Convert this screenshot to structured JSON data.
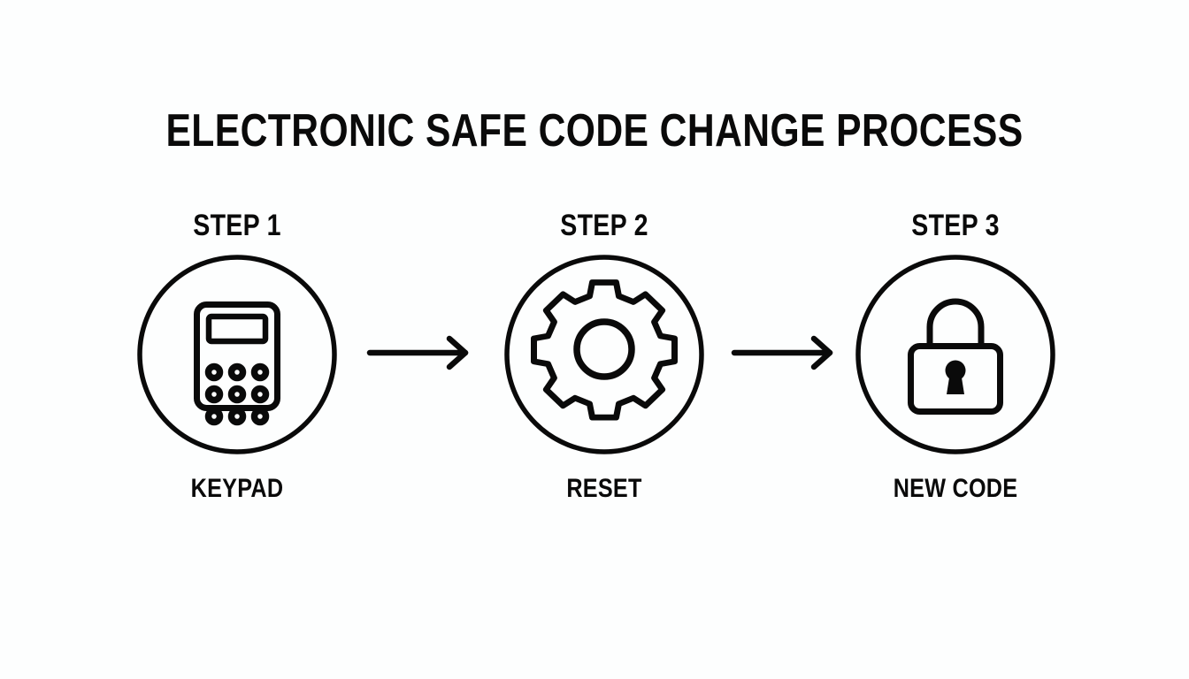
{
  "page": {
    "title": "ELECTRONIC SAFE CODE CHANGE PROCESS",
    "background_color": "#fdfefe",
    "stroke_color": "#0a0a0a"
  },
  "steps": [
    {
      "step_label": "STEP 1",
      "name": "KEYPAD",
      "icon": "keypad-icon"
    },
    {
      "step_label": "STEP 2",
      "name": "RESET",
      "icon": "gear-icon"
    },
    {
      "step_label": "STEP 3",
      "name": "NEW CODE",
      "icon": "lock-icon"
    }
  ],
  "connectors": [
    {
      "name": "arrow-step1-to-step2",
      "icon": "arrow-right-icon"
    },
    {
      "name": "arrow-step2-to-step3",
      "icon": "arrow-right-icon"
    }
  ]
}
